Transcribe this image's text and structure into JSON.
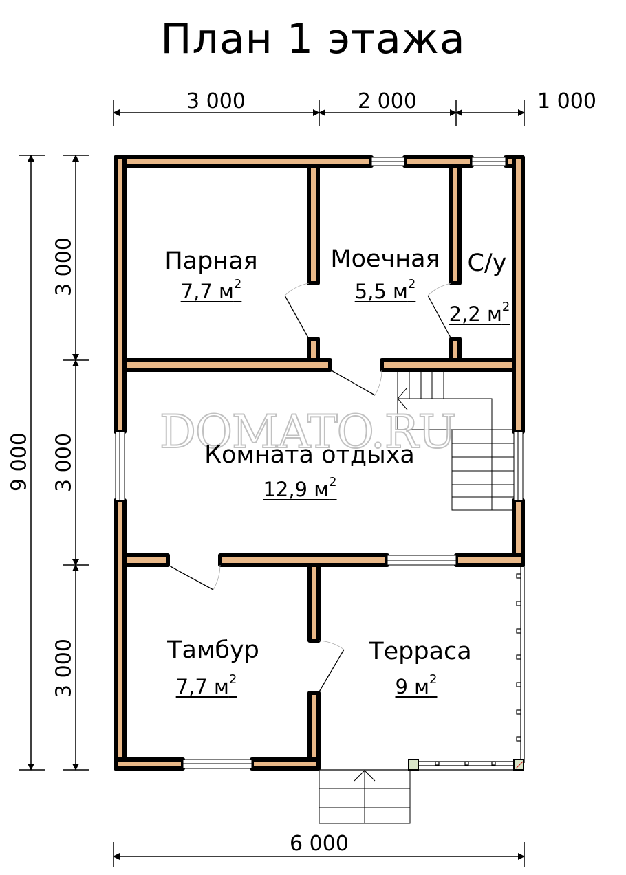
{
  "title": "План 1 этажа",
  "watermark": "DOMATO.RU",
  "colors": {
    "wall_fill": "#E9B888",
    "wall_stroke": "#000000",
    "terrace_post": "#D8E4C8",
    "accent_red": "#D92020"
  },
  "dimensions": {
    "top": [
      "3 000",
      "2 000",
      "1 000"
    ],
    "bottom": "6 000",
    "left_total": "9 000",
    "left_sections": [
      "3 000",
      "3 000",
      "3 000"
    ]
  },
  "rooms": [
    {
      "name": "Парная",
      "area": "7,7 м",
      "unit_sup": "2"
    },
    {
      "name": "Моечная",
      "area": "5,5 м",
      "unit_sup": "2"
    },
    {
      "name": "С/у",
      "area": "2,2 м",
      "unit_sup": "2"
    },
    {
      "name": "Комната отдыха",
      "area": "12,9 м",
      "unit_sup": "2"
    },
    {
      "name": "Тамбур",
      "area": "7,7 м",
      "unit_sup": "2"
    },
    {
      "name": "Терраса",
      "area": "9 м",
      "unit_sup": "2"
    }
  ]
}
